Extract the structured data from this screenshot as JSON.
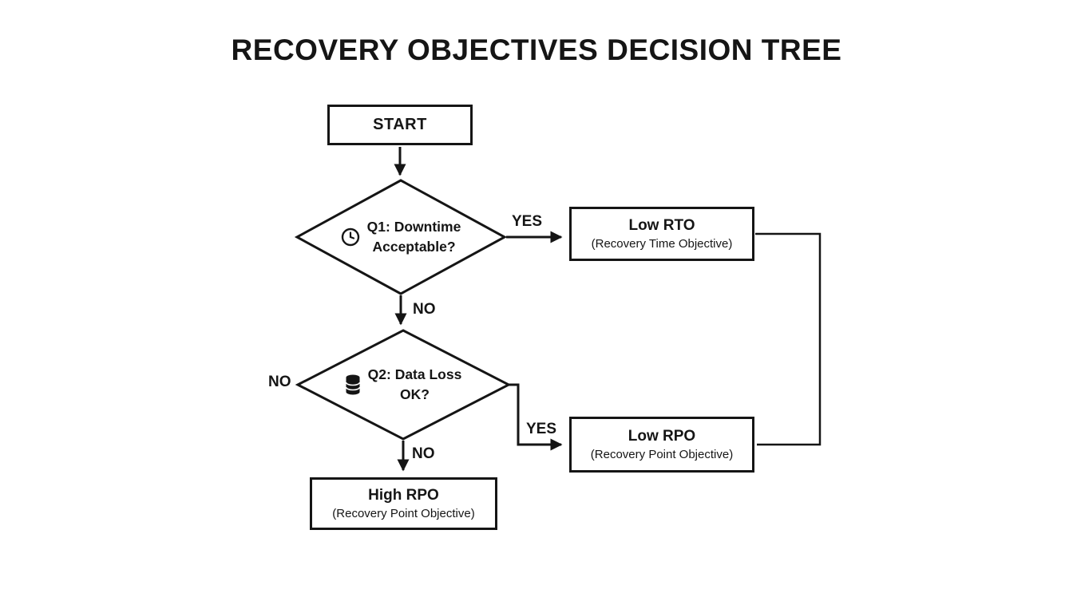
{
  "title": "RECOVERY OBJECTIVES DECISION TREE",
  "nodes": {
    "start": {
      "label": "START"
    },
    "q1": {
      "line1": "Q1: Downtime",
      "line2": "Acceptable?",
      "icon": "clock-icon"
    },
    "q2": {
      "line1": "Q2: Data Loss",
      "line2": "OK?",
      "icon": "database-icon"
    },
    "low_rto": {
      "title": "Low RTO",
      "subtitle": "(Recovery Time Objective)"
    },
    "low_rpo": {
      "title": "Low RPO",
      "subtitle": "(Recovery Point Objective)"
    },
    "high_rpo": {
      "title": "High RPO",
      "subtitle": "(Recovery Point Objective)"
    }
  },
  "edges": {
    "q1_yes": "YES",
    "q1_no": "NO",
    "q2_yes": "YES",
    "q2_no": "NO",
    "q2_no_left": "NO"
  },
  "colors": {
    "ink": "#151515",
    "background": "#ffffff"
  }
}
